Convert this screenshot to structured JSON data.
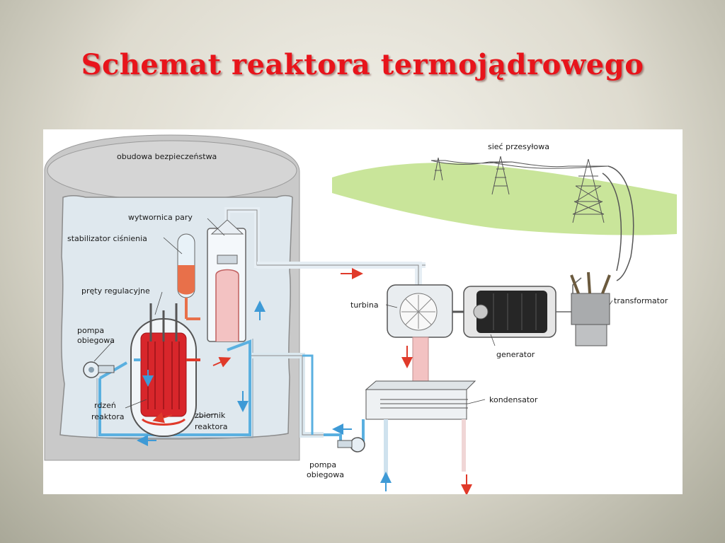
{
  "slide": {
    "title": "Schemat reaktora termojądrowego"
  },
  "diagram": {
    "labels": {
      "containment": "obudowa bezpieczeństwa",
      "steam_generator": "wytwornica pary",
      "pressurizer": "stabilizator ciśnienia",
      "control_rods": "pręty regulacyjne",
      "pump_primary_line1": "pompa",
      "pump_primary_line2": "obiegowa",
      "core_line1": "rdzeń",
      "core_line2": "reaktora",
      "vessel_line1": "zbiornik",
      "vessel_line2": "reaktora",
      "pump_secondary_line1": "pompa",
      "pump_secondary_line2": "obiegowa",
      "turbine": "turbina",
      "generator": "generator",
      "condenser": "kondensator",
      "transformer": "transformator",
      "grid": "sieć przesyłowa"
    },
    "colors": {
      "hot_coolant": "#e03a2a",
      "cold_coolant": "#4aa3d8",
      "core": "#d8262b",
      "pressurizer_fluid": "#e8704a",
      "containment": "#c9c9c9",
      "grass": "#c9e59a"
    }
  }
}
